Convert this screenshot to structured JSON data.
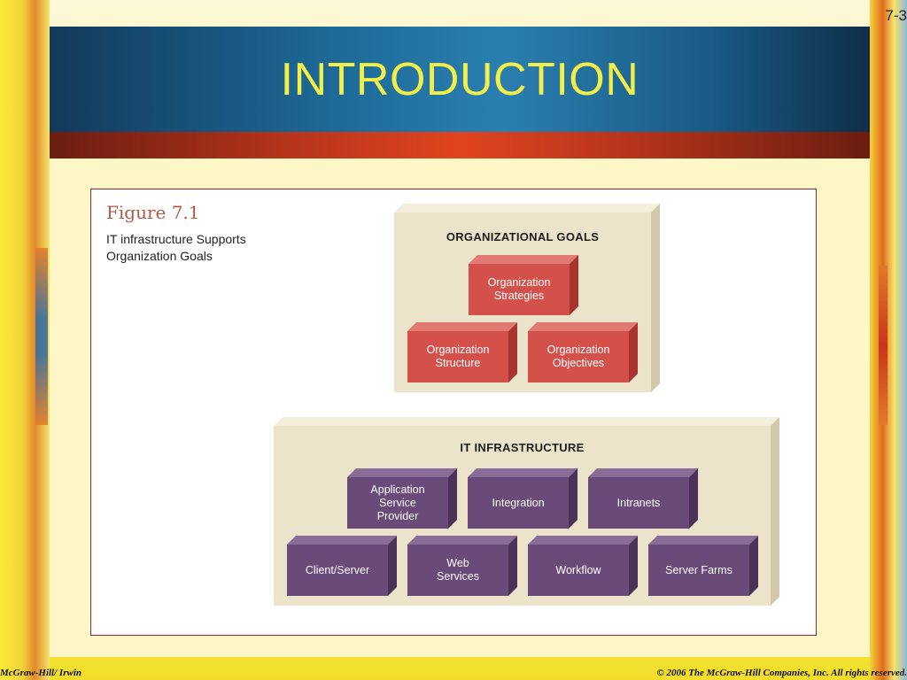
{
  "slide": {
    "number": "7-3",
    "title": "INTRODUCTION"
  },
  "figure": {
    "title": "Figure 7.1",
    "caption_line1": "IT infrastructure Supports",
    "caption_line2": "Organization Goals"
  },
  "goals": {
    "label": "ORGANIZATIONAL GOALS",
    "blocks": [
      {
        "line1": "Organization",
        "line2": "Strategies"
      },
      {
        "line1": "Organization",
        "line2": "Structure"
      },
      {
        "line1": "Organization",
        "line2": "Objectives"
      }
    ]
  },
  "infrastructure": {
    "label": "IT INFRASTRUCTURE",
    "blocks": [
      {
        "line1": "Application",
        "line2": "Service",
        "line3": "Provider"
      },
      {
        "line1": "Integration"
      },
      {
        "line1": "Intranets"
      },
      {
        "line1": "Client/Server"
      },
      {
        "line1": "Web",
        "line2": "Services"
      },
      {
        "line1": "Workflow"
      },
      {
        "line1": "Server Farms"
      }
    ]
  },
  "footer": {
    "left": "McGraw-Hill/ Irwin",
    "right": "© 2006 The McGraw-Hill Companies, Inc. All rights reserved."
  },
  "colors": {
    "accent_title": "#f2f048",
    "goal_block": "#d4504a",
    "infra_block": "#6a4a78",
    "frame_border": "#a8262e"
  }
}
